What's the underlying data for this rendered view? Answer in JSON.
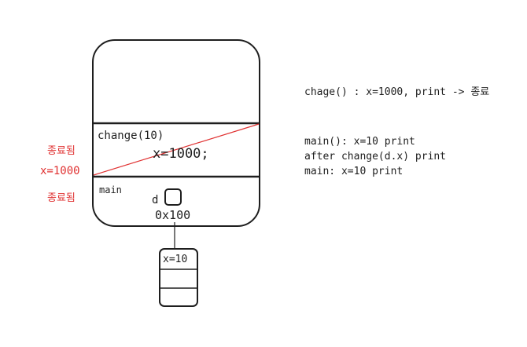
{
  "stack": {
    "change_frame": {
      "label": "change(10)",
      "assignment": "x=1000;"
    },
    "main_frame": {
      "label": "main",
      "var_name": "d",
      "address": "0x100"
    }
  },
  "heap_object": {
    "field": "x=10"
  },
  "annotations": {
    "terminated_top": "종료됨",
    "x_value": "x=1000",
    "terminated_bottom": "종료됨"
  },
  "notes": {
    "line1": "chage() : x=1000, print -> 종료",
    "line2": "main(): x=10 print",
    "line3": "after change(d.x) print",
    "line4": "main: x=10 print"
  },
  "colors": {
    "stroke": "#1e1e1e",
    "accent_red": "#e03131"
  }
}
